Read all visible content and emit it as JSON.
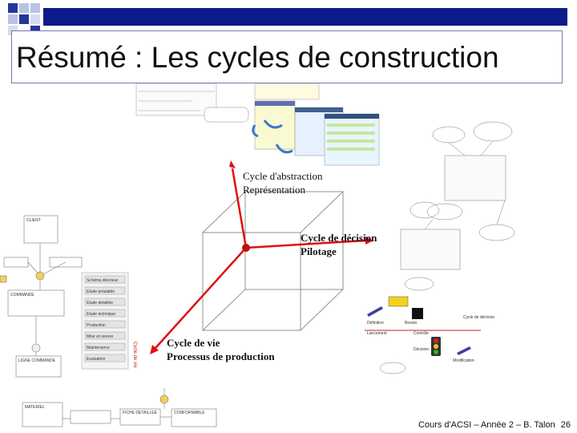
{
  "slide": {
    "title": "Résumé : Les cycles de construction",
    "footer": {
      "course": "Cours d'ACSI – Année 2 – B. Talon",
      "page": "26"
    }
  },
  "axes": {
    "abstraction_label_1": "Cycle d'abstraction",
    "abstraction_label_2": "Représentation",
    "decision_label_1": "Cycle de décision",
    "decision_label_2": "Pilotage",
    "life_label_1": "Cycle de vie",
    "life_label_2": "Processus de production"
  },
  "vertical_caption": "Cycle de vie",
  "life_steps": [
    "Schéma directeur",
    "Etude préalable",
    "Etude détaillée",
    "Etude technique",
    "Production",
    "Mise en œuvre",
    "Maintenance",
    "Evaluation"
  ],
  "mcd_labels": {
    "box_client": "CLIENT",
    "box_commande": "COMMANDE",
    "box_ligne": "LIGNE COMMANDE",
    "box_materiel": "MATERIEL",
    "box_fiche": "FICHE DETAILLEE",
    "box_conformable": "CONFORMABLE"
  },
  "decision_labels": {
    "definition": "Définition",
    "besoin": "Besoin",
    "lancement": "Lancement",
    "controle": "Contrôle",
    "decision": "Décision",
    "modification": "Modification",
    "cycle_de_decision": "Cycle de décision"
  },
  "colors": {
    "topbar": "#0d1a8a",
    "red_axis": "#e01010",
    "blue_sq_dark": "#1f2f9a",
    "blue_sq_light": "#b9c3e6"
  }
}
